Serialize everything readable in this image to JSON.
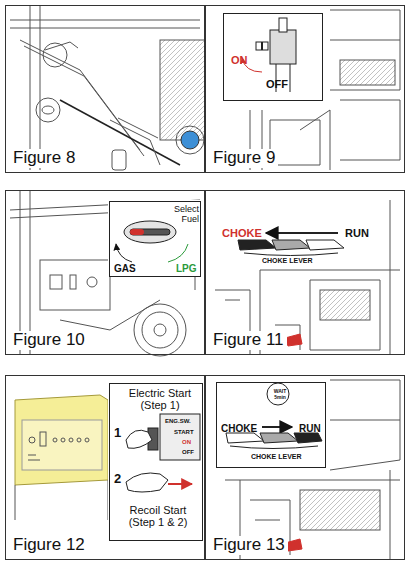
{
  "diagram": {
    "nodes": [
      {
        "text": [
          "Figure 8"
        ]
      },
      {
        "text": [
          "Figure 9"
        ]
      },
      {
        "text": [
          "ON",
          "OFF"
        ],
        "in": 1
      },
      {
        "text": [
          "Figure 10"
        ]
      },
      {
        "text": [
          "Select Fuel",
          "GAS",
          "LPG"
        ],
        "in": 3
      },
      {
        "text": [
          "Figure 11"
        ]
      },
      {
        "text": [
          "Figure 12"
        ]
      },
      {
        "text": [
          "Electric Start (Step 1)",
          "1",
          "ENG.SW.",
          "START",
          "ON",
          "OFF",
          "2",
          "Recoil Start (Step 1 & 2)"
        ],
        "in": 6
      },
      {
        "text": [
          "Figure 13"
        ]
      },
      {
        "text": [
          "WAIT 5min",
          "CHOKE",
          "RUN",
          "CHOKE LEVER"
        ],
        "in": 8
      }
    ],
    "labels": [
      "CHOKE",
      "RUN",
      "CHOKE LEVER"
    ]
  }
}
